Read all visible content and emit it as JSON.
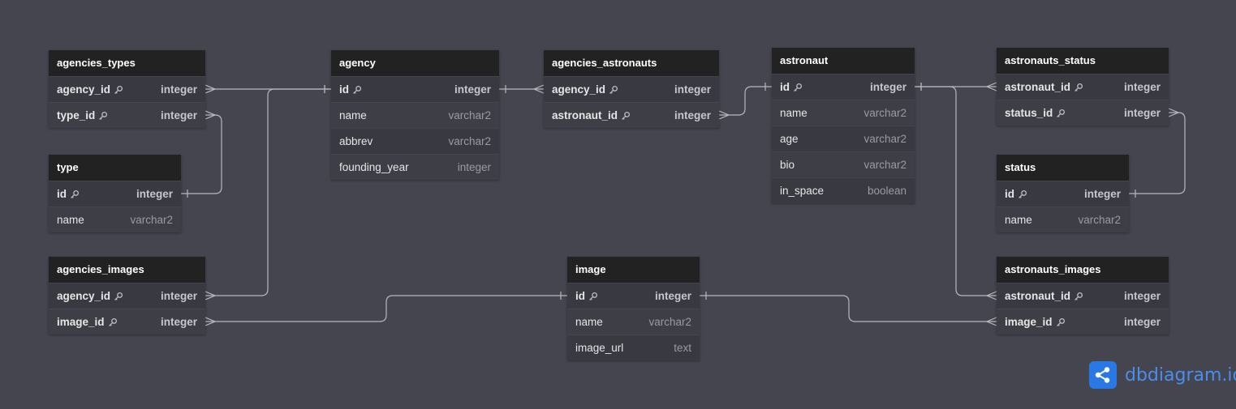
{
  "colors": {
    "canvas": "#45454f",
    "header": "#222222",
    "body": "#393941",
    "connector": "#b7b7bd",
    "brand": "#2a78e4"
  },
  "tables": [
    {
      "key": "agencies_types",
      "name": "agencies_types",
      "columns": [
        {
          "name": "agency_id",
          "type": "integer",
          "key": true
        },
        {
          "name": "type_id",
          "type": "integer",
          "key": true
        }
      ]
    },
    {
      "key": "type",
      "name": "type",
      "columns": [
        {
          "name": "id",
          "type": "integer",
          "key": true
        },
        {
          "name": "name",
          "type": "varchar2",
          "key": false
        }
      ]
    },
    {
      "key": "agencies_images",
      "name": "agencies_images",
      "columns": [
        {
          "name": "agency_id",
          "type": "integer",
          "key": true
        },
        {
          "name": "image_id",
          "type": "integer",
          "key": true
        }
      ]
    },
    {
      "key": "agency",
      "name": "agency",
      "columns": [
        {
          "name": "id",
          "type": "integer",
          "key": true
        },
        {
          "name": "name",
          "type": "varchar2",
          "key": false
        },
        {
          "name": "abbrev",
          "type": "varchar2",
          "key": false
        },
        {
          "name": "founding_year",
          "type": "integer",
          "key": false
        }
      ]
    },
    {
      "key": "agencies_astronauts",
      "name": "agencies_astronauts",
      "columns": [
        {
          "name": "agency_id",
          "type": "integer",
          "key": true
        },
        {
          "name": "astronaut_id",
          "type": "integer",
          "key": true
        }
      ]
    },
    {
      "key": "astronaut",
      "name": "astronaut",
      "columns": [
        {
          "name": "id",
          "type": "integer",
          "key": true
        },
        {
          "name": "name",
          "type": "varchar2",
          "key": false
        },
        {
          "name": "age",
          "type": "varchar2",
          "key": false
        },
        {
          "name": "bio",
          "type": "varchar2",
          "key": false
        },
        {
          "name": "in_space",
          "type": "boolean",
          "key": false
        }
      ]
    },
    {
      "key": "image",
      "name": "image",
      "columns": [
        {
          "name": "id",
          "type": "integer",
          "key": true
        },
        {
          "name": "name",
          "type": "varchar2",
          "key": false
        },
        {
          "name": "image_url",
          "type": "text",
          "key": false
        }
      ]
    },
    {
      "key": "astronauts_status",
      "name": "astronauts_status",
      "columns": [
        {
          "name": "astronaut_id",
          "type": "integer",
          "key": true
        },
        {
          "name": "status_id",
          "type": "integer",
          "key": true
        }
      ]
    },
    {
      "key": "status",
      "name": "status",
      "columns": [
        {
          "name": "id",
          "type": "integer",
          "key": true
        },
        {
          "name": "name",
          "type": "varchar2",
          "key": false
        }
      ]
    },
    {
      "key": "astronauts_images",
      "name": "astronauts_images",
      "columns": [
        {
          "name": "astronaut_id",
          "type": "integer",
          "key": true
        },
        {
          "name": "image_id",
          "type": "integer",
          "key": true
        }
      ]
    }
  ],
  "relations": [
    {
      "from": "agencies_types.agency_id",
      "to": "agency.id"
    },
    {
      "from": "agencies_types.type_id",
      "to": "type.id"
    },
    {
      "from": "agencies_images.agency_id",
      "to": "agency.id"
    },
    {
      "from": "agencies_images.image_id",
      "to": "image.id"
    },
    {
      "from": "agencies_astronauts.agency_id",
      "to": "agency.id"
    },
    {
      "from": "agencies_astronauts.astronaut_id",
      "to": "astronaut.id"
    },
    {
      "from": "astronauts_status.astronaut_id",
      "to": "astronaut.id"
    },
    {
      "from": "astronauts_status.status_id",
      "to": "status.id"
    },
    {
      "from": "astronauts_images.astronaut_id",
      "to": "astronaut.id"
    },
    {
      "from": "astronauts_images.image_id",
      "to": "image.id"
    }
  ],
  "brand": {
    "name": "dbdiagram",
    "tld": ".io",
    "icon": "share-icon"
  }
}
